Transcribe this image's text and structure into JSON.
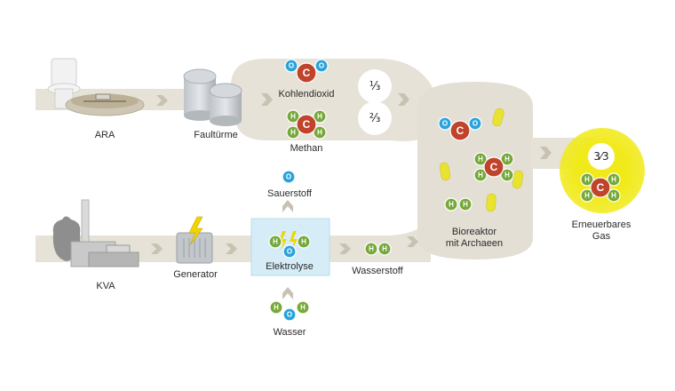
{
  "labels": {
    "ara": "ARA",
    "faultuerme": "Faultürme",
    "kohlendioxid": "Kohlendioxid",
    "methan": "Methan",
    "kva": "KVA",
    "generator": "Generator",
    "elektrolyse": "Elektrolyse",
    "wasserstoff": "Wasserstoff",
    "sauerstoff": "Sauerstoff",
    "wasser": "Wasser",
    "bioreaktor_line1": "Bioreaktor",
    "bioreaktor_line2": "mit Archaeen",
    "erneuerbares_line1": "Erneuerbares",
    "erneuerbares_line2": "Gas"
  },
  "fractions": {
    "co2_share": "⅓",
    "methane_share": "⅔",
    "gas_share": "3⁄3"
  },
  "atoms": {
    "carbon": "C",
    "oxygen": "O",
    "hydrogen": "H"
  },
  "colors": {
    "carbon": "#c0432c",
    "oxygen": "#2aa3dc",
    "hydrogen": "#76a83a",
    "flow": "#e6e2d7",
    "arrow": "#c9c2b3",
    "pill": "#e8e330",
    "gas_yellow": "#f1ea1b",
    "electrolysis_box": "#d6edf8"
  }
}
